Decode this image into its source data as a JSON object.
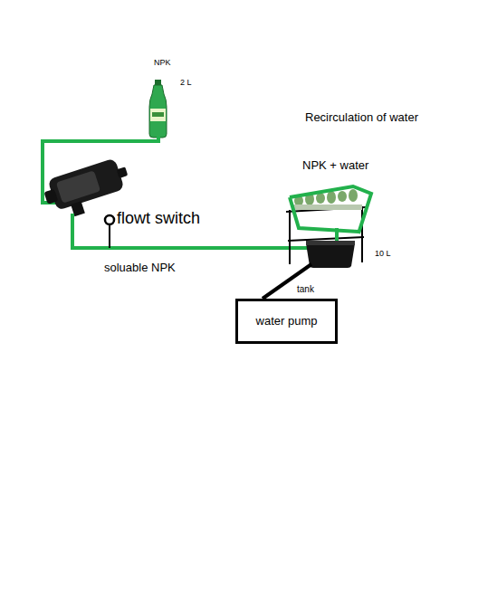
{
  "diagram": {
    "nodes": [
      {
        "text": [
          "10 L",
          "tank"
        ]
      },
      {
        "text": [
          "water pump"
        ]
      }
    ],
    "edges": [
      {
        "from": 1,
        "to": 0,
        "arrow": "none"
      }
    ],
    "labels": [
      "NPK",
      "2 L",
      "Recirculation of water",
      "NPK + water",
      "flowt switch",
      "soluable NPK"
    ]
  }
}
